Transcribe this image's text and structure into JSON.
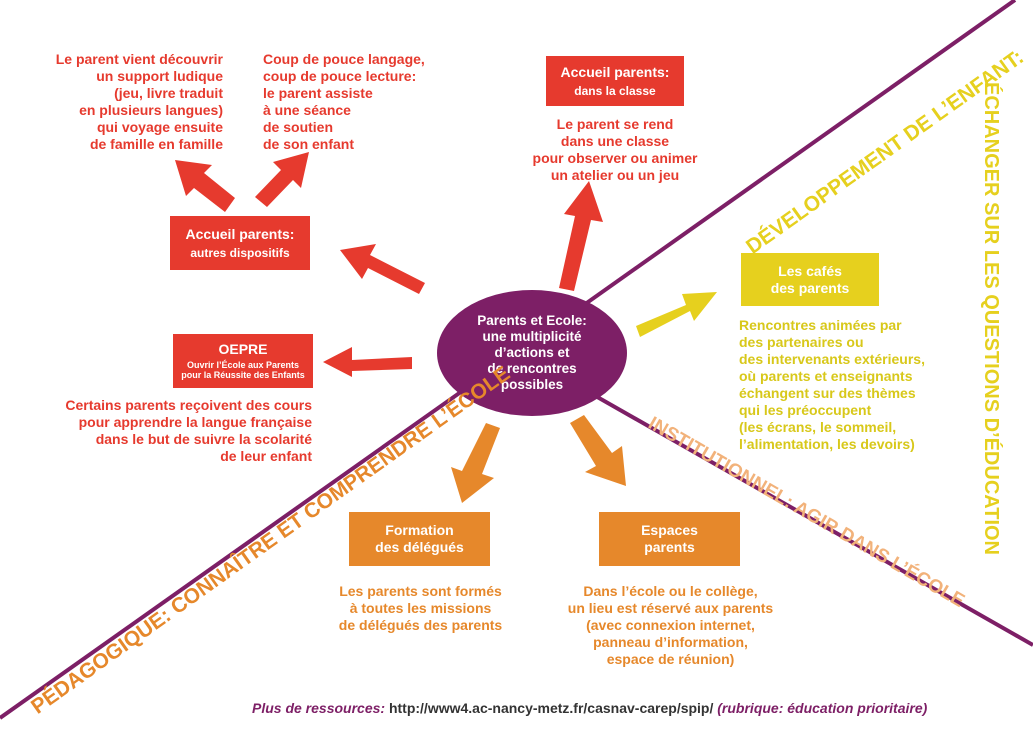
{
  "center": {
    "line1": "Parents et Ecole:",
    "line2": "une multiplicité",
    "line3": "d’actions et",
    "line4": "de rencontres",
    "line5": "possibles"
  },
  "boxes": {
    "accueil_autres": {
      "title": "Accueil parents:",
      "subtitle": "autres dispositifs"
    },
    "oepre": {
      "title": "OEPRE",
      "sub1": "Ouvrir l’École aux Parents",
      "sub2": "pour la Réussite des Enfants"
    },
    "accueil_classe": {
      "title": "Accueil parents:",
      "subtitle": "dans la classe"
    },
    "cafes": {
      "title": "Les cafés",
      "subtitle": "des parents"
    },
    "formation": {
      "title": "Formation",
      "subtitle": "des délégués"
    },
    "espaces": {
      "title": "Espaces",
      "subtitle": "parents"
    }
  },
  "texts": {
    "support_ludique": "Le parent vient découvrir\nun support ludique\n(jeu, livre traduit\nen plusieurs langues)\nqui voyage ensuite\nde famille en famille",
    "coup_de_pouce": "Coup de pouce langage,\ncoup de pouce lecture:\nle parent assiste\nà une séance\nde soutien\nde son enfant",
    "classe": "Le parent se rend\ndans une classe\npour observer ou animer\nun atelier ou un jeu",
    "oepre_desc": "Certains parents reçoivent des cours\npour apprendre la langue française\ndans le but de suivre la scolarité\nde leur enfant",
    "cafes_desc": "Rencontres animées par\ndes partenaires ou\ndes intervenants extérieurs,\noù parents et enseignants\néchangent sur des thèmes\nqui les préoccupent\n(les écrans, le sommeil,\nl’alimentation, les devoirs)",
    "formation_desc": "Les parents sont formés\nà toutes les missions\nde délégués des parents",
    "espaces_desc": "Dans l’école ou le collège,\nun lieu est réservé aux parents\n(avec connexion internet,\npanneau d’information,\nespace de réunion)"
  },
  "axis_labels": {
    "pedagogique": "PÉDAGOGIQUE: CONNAÎTRE ET COMPRENDRE L’ÉCOLE",
    "developpement": "DÉVELOPPEMENT DE L’ENFANT:",
    "echanger": "ÉCHANGER SUR LES QUESTIONS D’ÉDUCATION",
    "institutionnel": "INSTITUTIONNEL: AGIR DANS L’ÉCOLE"
  },
  "footer": {
    "lead": "Plus de ressources:",
    "url": "http://www4.ac-nancy-metz.fr/casnav-carep/spip/",
    "tail": "(rubrique: éducation prioritaire)"
  },
  "colors": {
    "red": "#e63a2e",
    "orange": "#e6882b",
    "yellow": "#e6d01e",
    "purple": "#7d1f66"
  }
}
